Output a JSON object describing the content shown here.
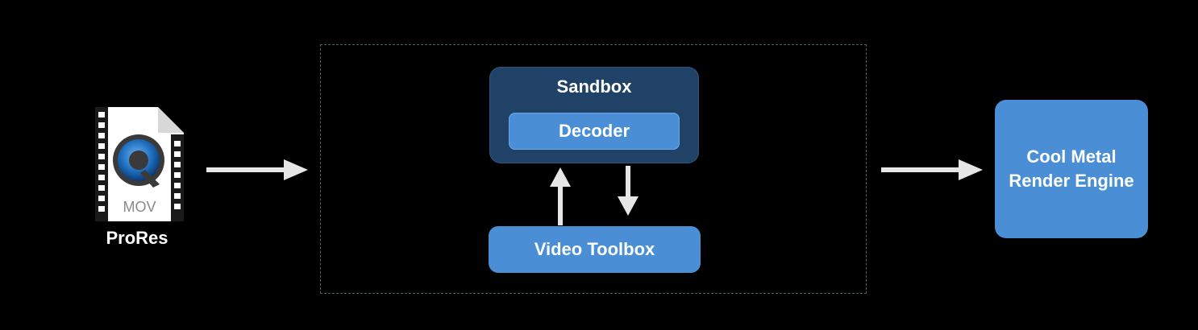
{
  "source_file": {
    "icon": "quicktime-mov-file-icon",
    "format_text": "MOV",
    "label": "ProRes"
  },
  "sandbox": {
    "title": "Sandbox",
    "decoder_label": "Decoder"
  },
  "video_toolbox": {
    "label": "Video Toolbox"
  },
  "render_engine": {
    "line1": "Cool Metal",
    "line2": "Render Engine"
  },
  "colors": {
    "background": "#000000",
    "box_blue": "#4a8fd6",
    "sandbox_dark": "#1f4266",
    "arrow": "#e6e6e6",
    "dashed_border": "#3f6e5a"
  }
}
